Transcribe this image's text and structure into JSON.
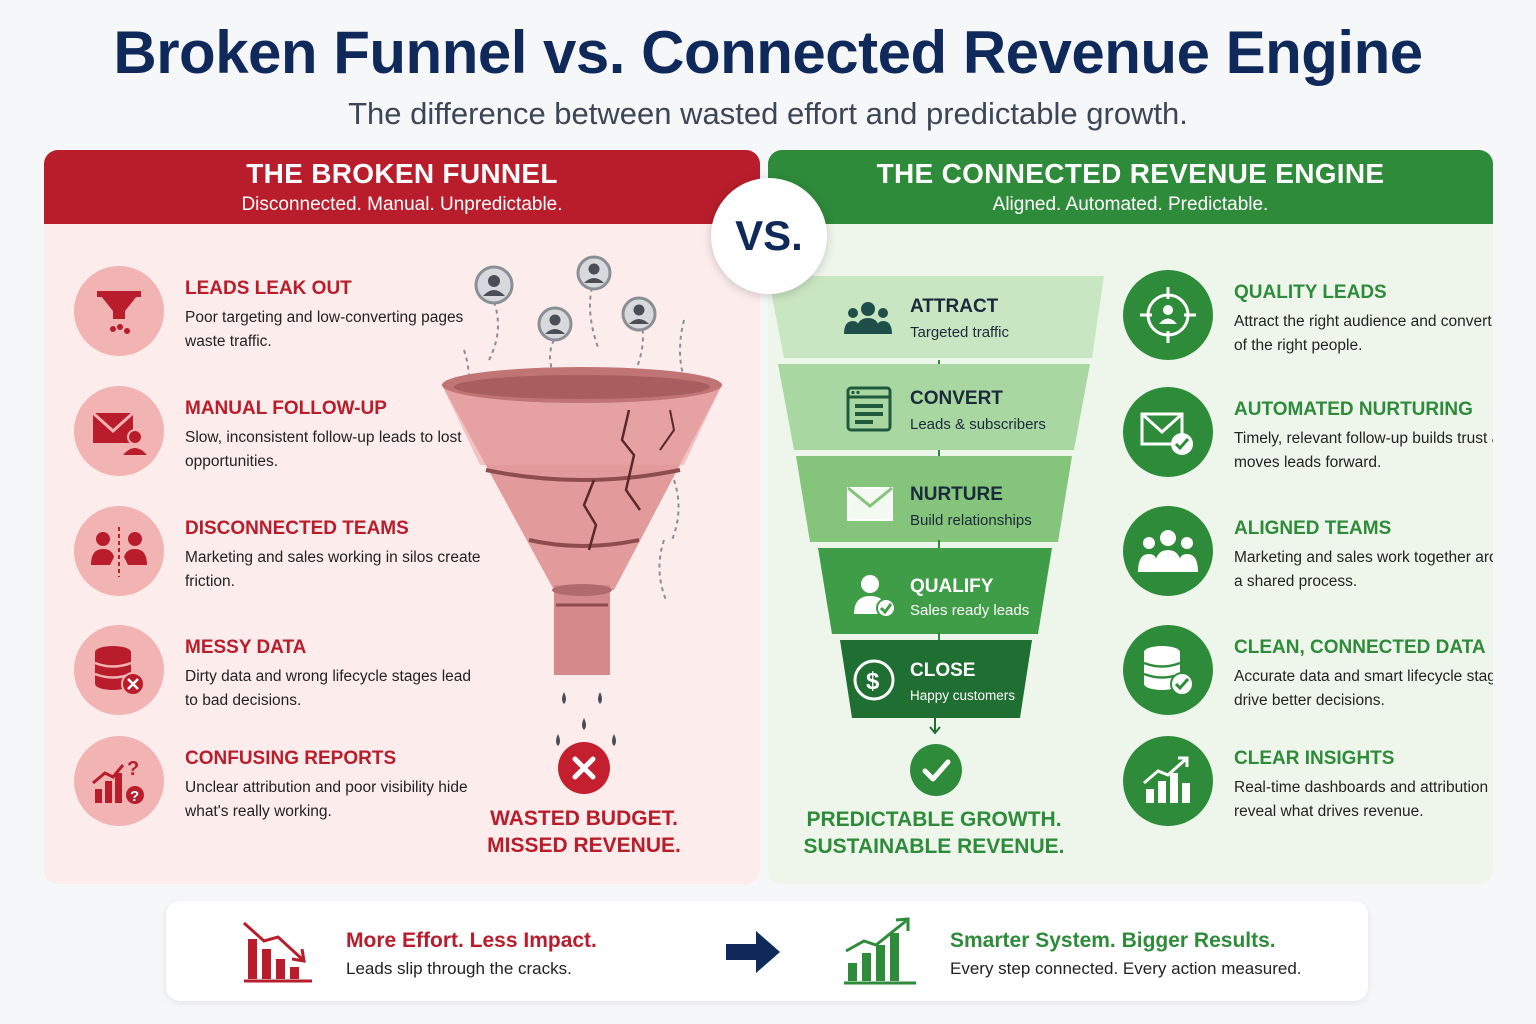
{
  "header": {
    "title": "Broken Funnel vs. Connected Revenue Engine",
    "subtitle": "The difference between wasted effort and predictable growth."
  },
  "colors": {
    "red": "#b91d2c",
    "green": "#2e8b3a",
    "navy": "#0f2a5a"
  },
  "vs_label": "VS.",
  "left": {
    "title": "THE BROKEN FUNNEL",
    "tagline": "Disconnected. Manual. Unpredictable.",
    "items": [
      {
        "icon": "leaking-funnel-icon",
        "title": "LEADS LEAK OUT",
        "desc": "Poor targeting and low-converting pages waste traffic."
      },
      {
        "icon": "email-person-icon",
        "title": "MANUAL FOLLOW-UP",
        "desc": "Slow, inconsistent follow-up leads to lost opportunities."
      },
      {
        "icon": "split-team-icon",
        "title": "DISCONNECTED TEAMS",
        "desc": "Marketing and sales working in silos create friction."
      },
      {
        "icon": "database-error-icon",
        "title": "MESSY DATA",
        "desc": "Dirty data and wrong lifecycle stages lead to bad decisions."
      },
      {
        "icon": "chart-question-icon",
        "title": "CONFUSING REPORTS",
        "desc": "Unclear attribution and poor visibility hide what's really working."
      }
    ],
    "result_line1": "WASTED BUDGET.",
    "result_line2": "MISSED REVENUE."
  },
  "right": {
    "title": "THE CONNECTED REVENUE ENGINE",
    "tagline": "Aligned. Automated. Predictable.",
    "stages": [
      {
        "icon": "people-group-icon",
        "title": "ATTRACT",
        "desc": "Targeted traffic"
      },
      {
        "icon": "web-form-icon",
        "title": "CONVERT",
        "desc": "Leads & subscribers"
      },
      {
        "icon": "envelope-icon",
        "title": "NURTURE",
        "desc": "Build relationships"
      },
      {
        "icon": "person-check-icon",
        "title": "QUALIFY",
        "desc": "Sales ready leads"
      },
      {
        "icon": "dollar-coin-icon",
        "title": "CLOSE",
        "desc": "Happy customers"
      }
    ],
    "items": [
      {
        "icon": "target-person-icon",
        "title": "QUALITY LEADS",
        "desc": "Attract the right audience and convert more of the right people."
      },
      {
        "icon": "email-check-icon",
        "title": "AUTOMATED NURTURING",
        "desc": "Timely, relevant follow-up builds trust and moves leads forward."
      },
      {
        "icon": "team-group-icon",
        "title": "ALIGNED TEAMS",
        "desc": "Marketing and sales work together around a shared process."
      },
      {
        "icon": "database-check-icon",
        "title": "CLEAN, CONNECTED DATA",
        "desc": "Accurate data and smart lifecycle stages drive better decisions."
      },
      {
        "icon": "growth-chart-icon",
        "title": "CLEAR INSIGHTS",
        "desc": "Real-time dashboards and attribution reveal what drives revenue."
      }
    ],
    "result_line1": "PREDICTABLE GROWTH.",
    "result_line2": "SUSTAINABLE REVENUE."
  },
  "bottom": {
    "left_title": "More Effort. Less Impact.",
    "left_desc": "Leads slip through the cracks.",
    "right_title": "Smarter System. Bigger Results.",
    "right_desc": "Every step connected. Every action measured."
  }
}
